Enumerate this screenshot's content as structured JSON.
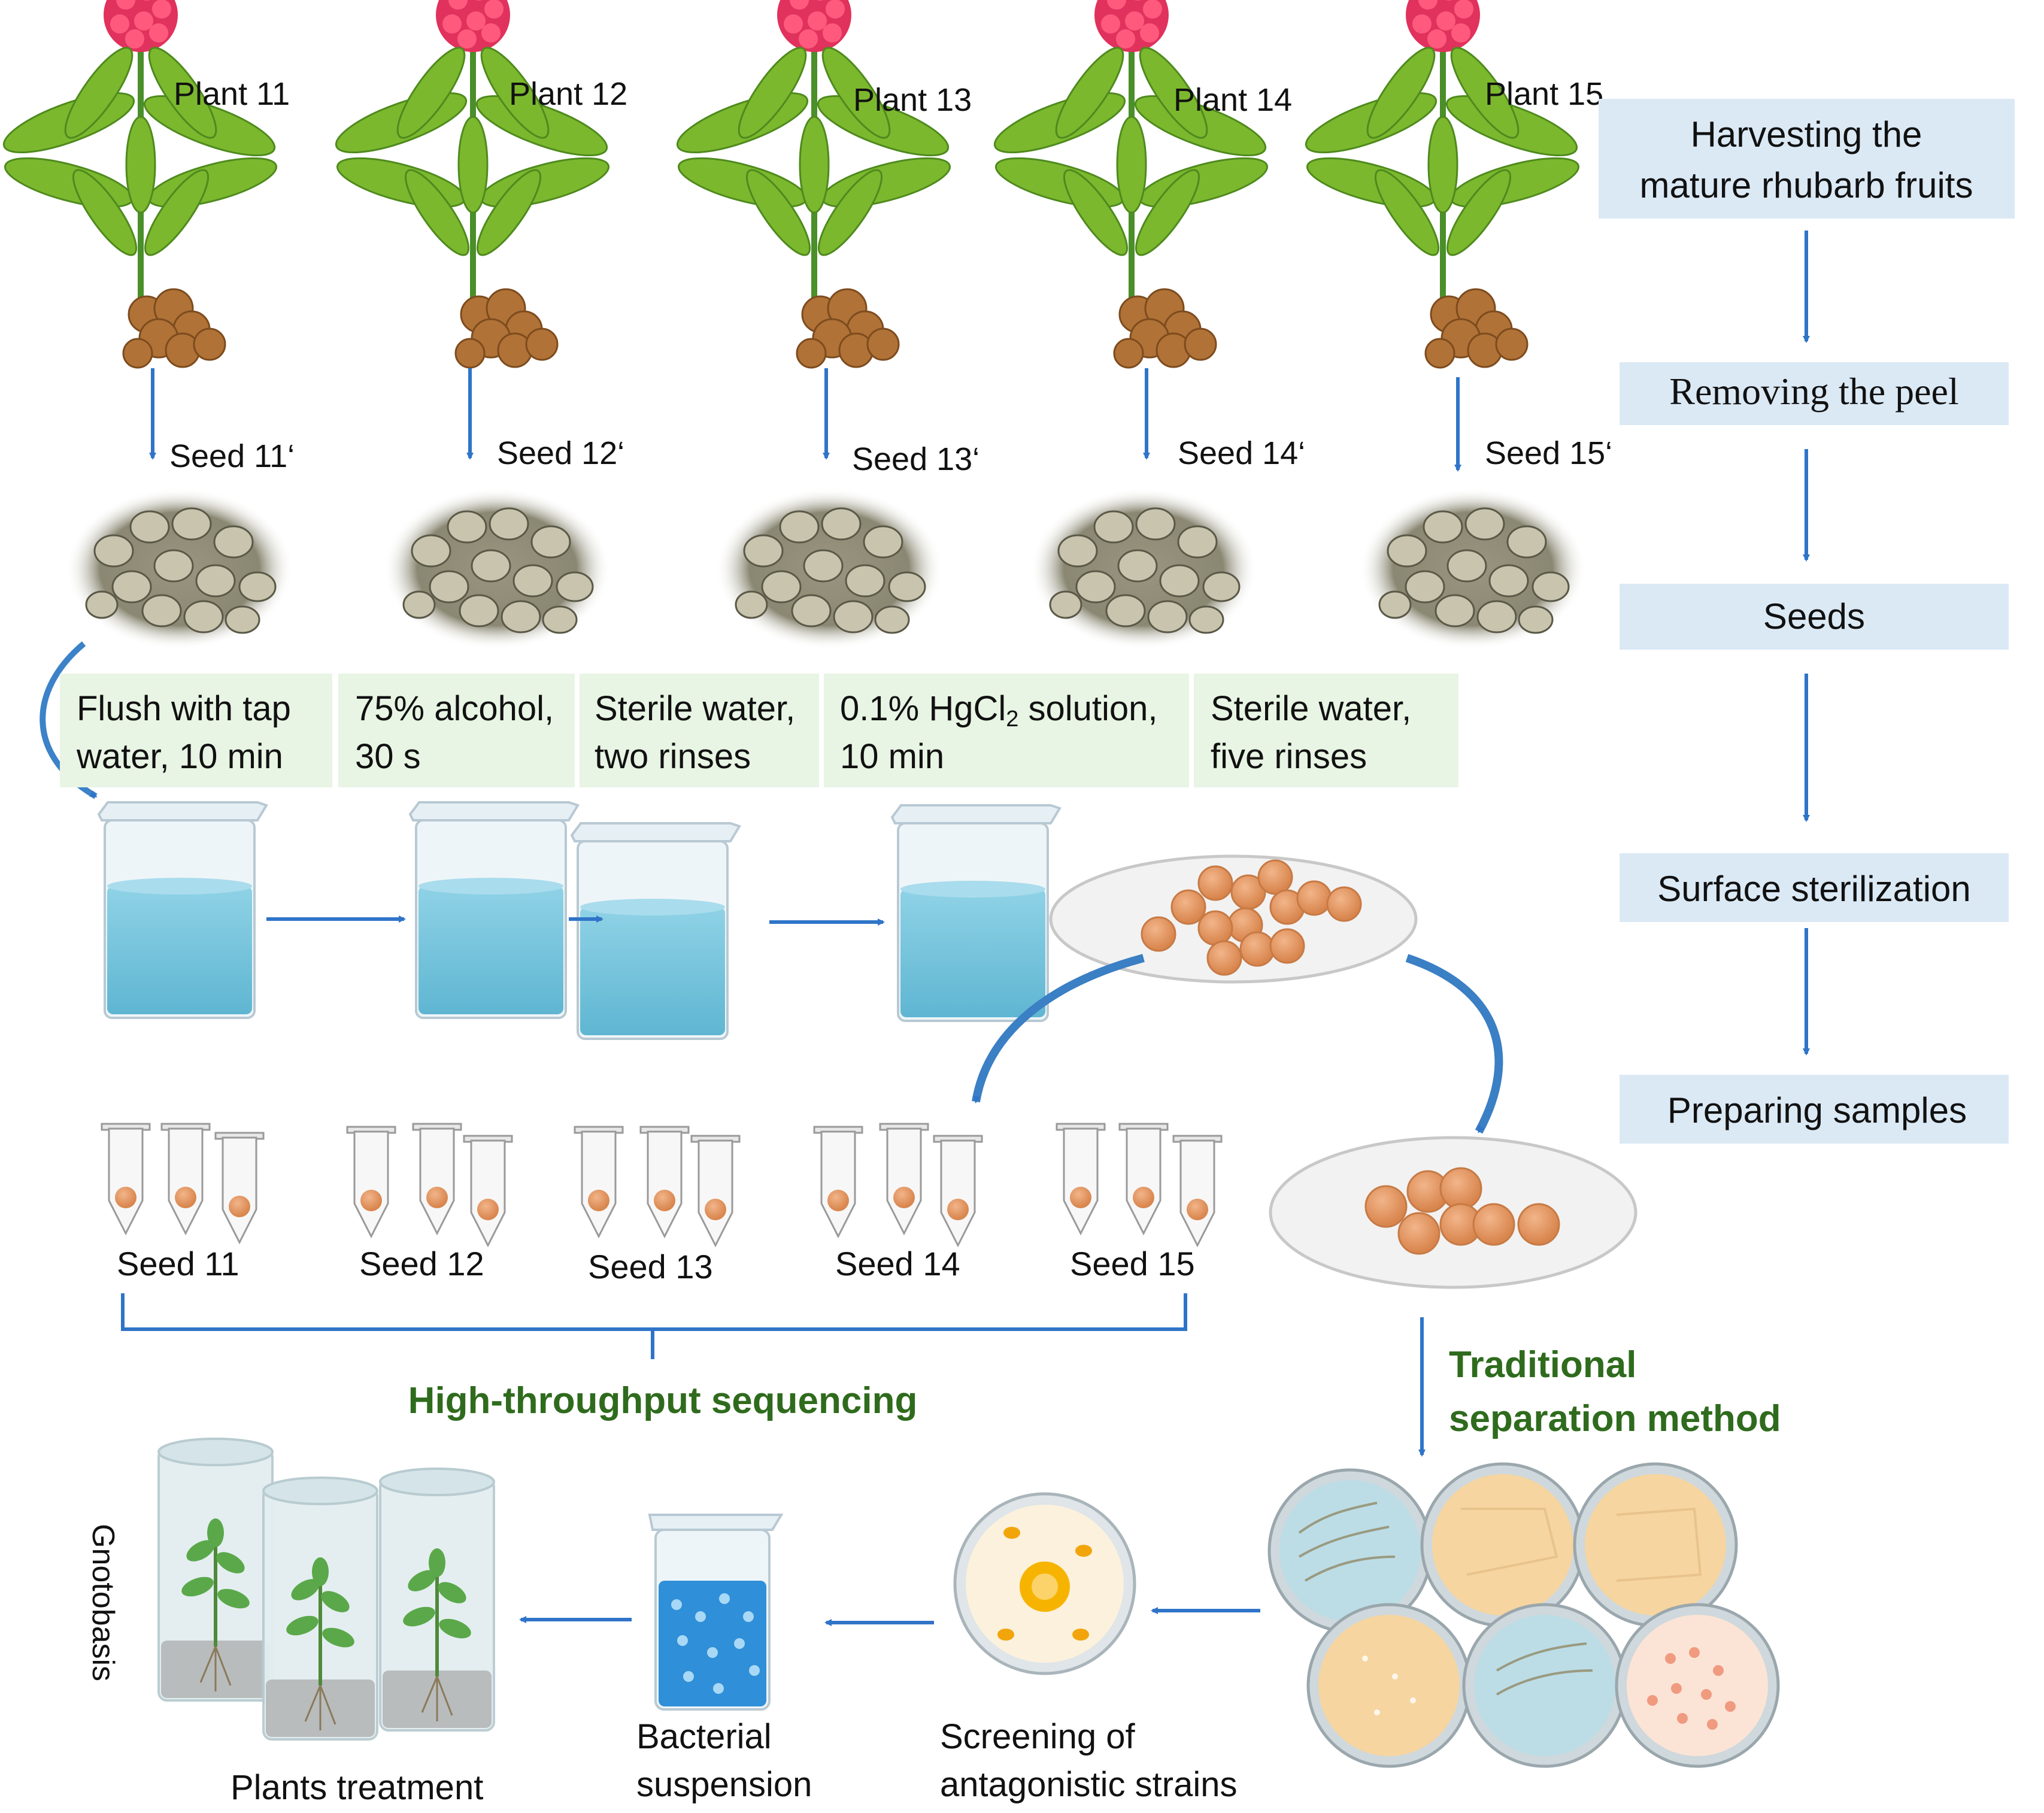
{
  "plants": [
    {
      "plant": "Plant 11",
      "seed": "Seed 11‘",
      "tube": "Seed 11"
    },
    {
      "plant": "Plant 12",
      "seed": "Seed 12‘",
      "tube": "Seed 12"
    },
    {
      "plant": "Plant 13",
      "seed": "Seed 13‘",
      "tube": "Seed 13"
    },
    {
      "plant": "Plant 14",
      "seed": "Seed 14‘",
      "tube": "Seed 14"
    },
    {
      "plant": "Plant 15",
      "seed": "Seed 15‘",
      "tube": "Seed 15"
    }
  ],
  "steps": [
    {
      "line1": "Flush with tap",
      "line2": "water, 10 min"
    },
    {
      "line1": "75% alcohol,",
      "line2": "30 s"
    },
    {
      "line1": "Sterile water,",
      "line2": "two rinses"
    },
    {
      "line1": "0.1% HgCl",
      "sub": "2",
      "line1b": " solution,",
      "line2": "10 min"
    },
    {
      "line1": "Sterile water,",
      "line2": "five rinses"
    }
  ],
  "flow": {
    "box1_line1": "Harvesting the",
    "box1_line2": "mature rhubarb fruits",
    "box2": "Removing the peel",
    "box3": "Seeds",
    "box4": "Surface sterilization",
    "box5": "Preparing samples"
  },
  "labels": {
    "hts": "High-throughput sequencing",
    "trad_line1": "Traditional",
    "trad_line2": "separation method",
    "screen_line1": "Screening of",
    "screen_line2": "antagonistic strains",
    "bact_line1": "Bacterial",
    "bact_line2": "suspension",
    "plants_treatment": "Plants treatment",
    "gnotobasis": "Gnotobasis"
  },
  "colors": {
    "flow_box": "#dbe9f5",
    "step_box": "#e8f4e4",
    "arrow": "#2f74c8",
    "label_green": "#2f6b1d",
    "water": "#7ec9de",
    "pellet": "#e39a66"
  }
}
